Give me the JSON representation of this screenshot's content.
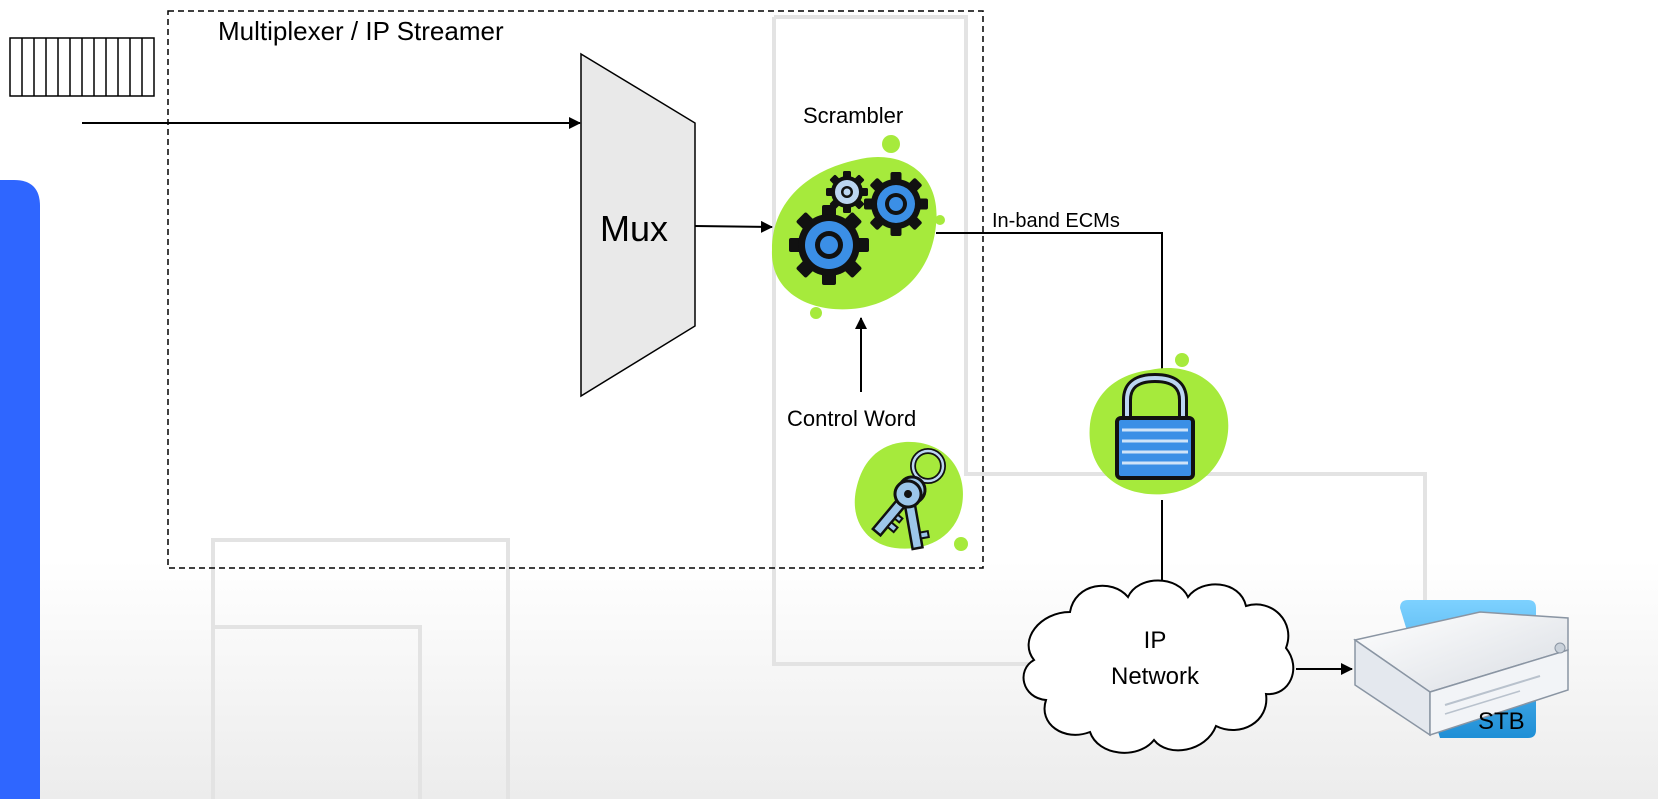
{
  "diagram": {
    "title": "Multiplexer / IP Streamer",
    "mux_label": "Mux",
    "scrambler_label": "Scrambler",
    "control_word_label": "Control Word",
    "ecm_label": "In-band ECMs",
    "network_label_line1": "IP",
    "network_label_line2": "Network",
    "stb_label": "STB"
  },
  "icons": {
    "packet_buffer": "packet-buffer-icon",
    "scrambler": "gears-icon",
    "control_word": "keys-icon",
    "encryption": "padlock-icon",
    "network": "cloud-icon",
    "stb": "set-top-box-icon"
  },
  "colors": {
    "accent_blue": "#2f66ff",
    "blob_green": "#a6ea3c",
    "gear_blue": "#3b8fe6",
    "mux_fill": "#e9e9e9",
    "frame_gray": "#e3e3e3"
  }
}
